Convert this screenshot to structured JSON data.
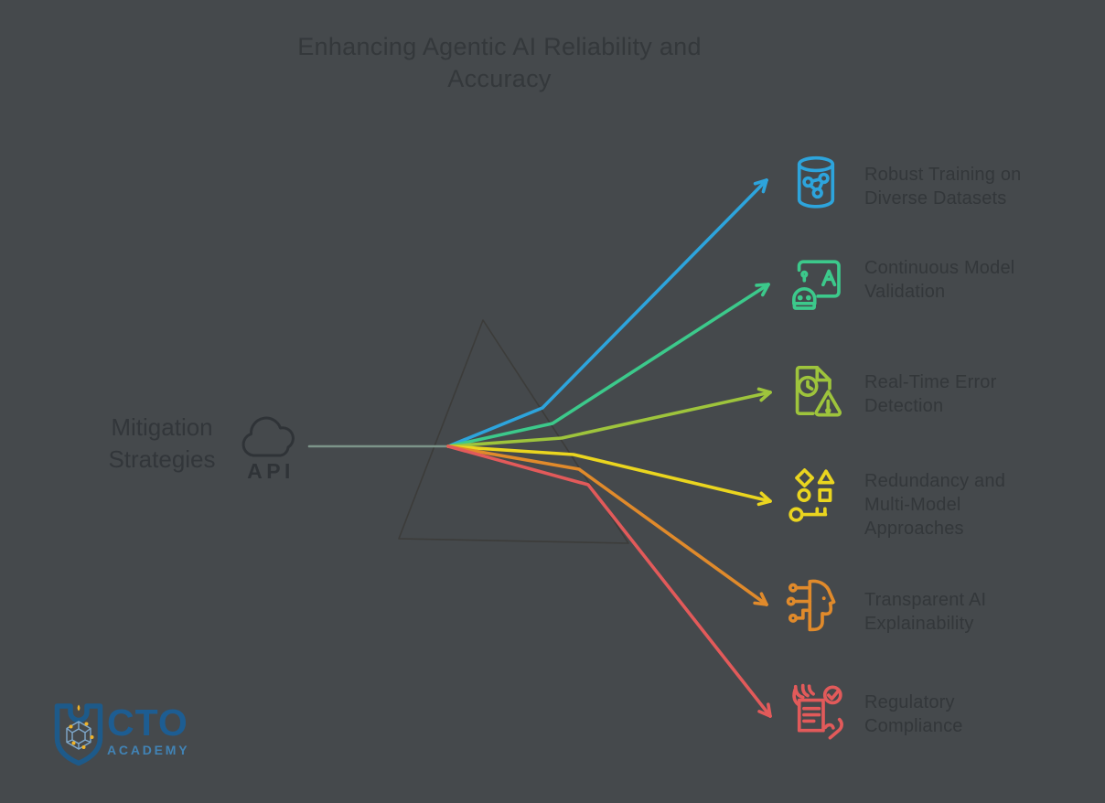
{
  "title": {
    "lines": [
      "Enhancing Agentic AI Reliability and",
      "Accuracy"
    ]
  },
  "root": {
    "label_lines": [
      "Mitigation",
      "Strategies"
    ],
    "icon": "cloud-api-icon",
    "api_text": "API"
  },
  "branches": [
    {
      "icon": "database-share-icon",
      "color": "#2DA4DC",
      "label_lines": [
        "Robust Training on",
        "Diverse Datasets"
      ]
    },
    {
      "icon": "robot-validation-icon",
      "color": "#3CC98B",
      "label_lines": [
        "Continuous Model",
        "Validation"
      ]
    },
    {
      "icon": "document-error-icon",
      "color": "#9EC43C",
      "label_lines": [
        "Real-Time Error",
        "Detection"
      ]
    },
    {
      "icon": "shapes-key-icon",
      "color": "#EAD51F",
      "label_lines": [
        "Redundancy and",
        "Multi-Model",
        "Approaches"
      ]
    },
    {
      "icon": "head-circuit-icon",
      "color": "#E08A2B",
      "label_lines": [
        "Transparent AI",
        "Explainability"
      ]
    },
    {
      "icon": "hands-compliance-icon",
      "color": "#E25A5A",
      "label_lines": [
        "Regulatory",
        "Compliance"
      ]
    }
  ],
  "colors": {
    "background": "#45494C",
    "trunk_line": "#7C9489",
    "muted_text": "#33373A",
    "prism_outline": "#3A3834"
  },
  "logo": {
    "line1": "CTO",
    "line2": "ACADEMY",
    "shield_blue": "#1D5A8A",
    "inner_circuit_blue": "#7FA9CD",
    "dot_yellow": "#F0B429",
    "cto_color": "#1D5D92",
    "academy_color": "#4183B5"
  }
}
